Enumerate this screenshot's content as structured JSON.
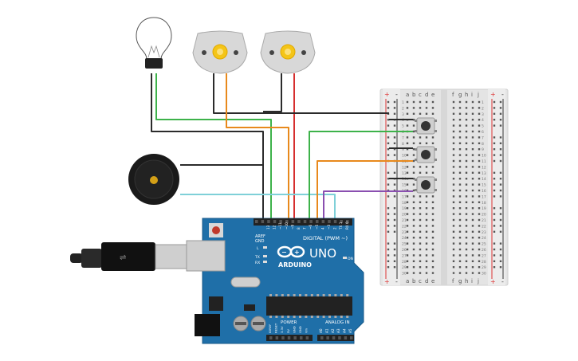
{
  "board": {
    "name": "ARDUINO",
    "model": "UNO",
    "digital_label": "DIGITAL (PWM ~)",
    "power_label": "POWER",
    "analog_label": "ANALOG IN",
    "on_label": "ON",
    "tx_label": "TX",
    "rx_label": "RX",
    "l_label": "L",
    "aref_label": "AREF",
    "gnd_label": "GND",
    "digital_pins": [
      "13",
      "12",
      "~11",
      "~10",
      "~9",
      "8",
      "7",
      "~6",
      "~5",
      "4",
      "~3",
      "2",
      "TX 1",
      "RX 0"
    ],
    "power_pins": [
      "IOREF",
      "RESET",
      "3.3V",
      "5V",
      "GND",
      "GND",
      "Vin"
    ],
    "analog_pins": [
      "A0",
      "A1",
      "A2",
      "A3",
      "A4",
      "A5"
    ]
  },
  "breadboard": {
    "columns_left": [
      "a",
      "b",
      "c",
      "d",
      "e"
    ],
    "columns_right": [
      "f",
      "g",
      "h",
      "i",
      "j"
    ],
    "plus": "+",
    "minus": "-",
    "row_count": 30
  },
  "colors": {
    "board": "#1f6fa8",
    "wire_black": "#2b2b2b",
    "wire_green": "#3db24a",
    "wire_orange": "#e8891c",
    "wire_red": "#d62f2f",
    "wire_cyan": "#7fd0d8",
    "wire_purple": "#8a4fb0",
    "breadboard": "#e6e6e6"
  },
  "components": [
    "light-bulb",
    "dc-motor-1",
    "dc-motor-2",
    "piezo-buzzer",
    "push-button-1",
    "push-button-2",
    "push-button-3",
    "usb-cable"
  ]
}
